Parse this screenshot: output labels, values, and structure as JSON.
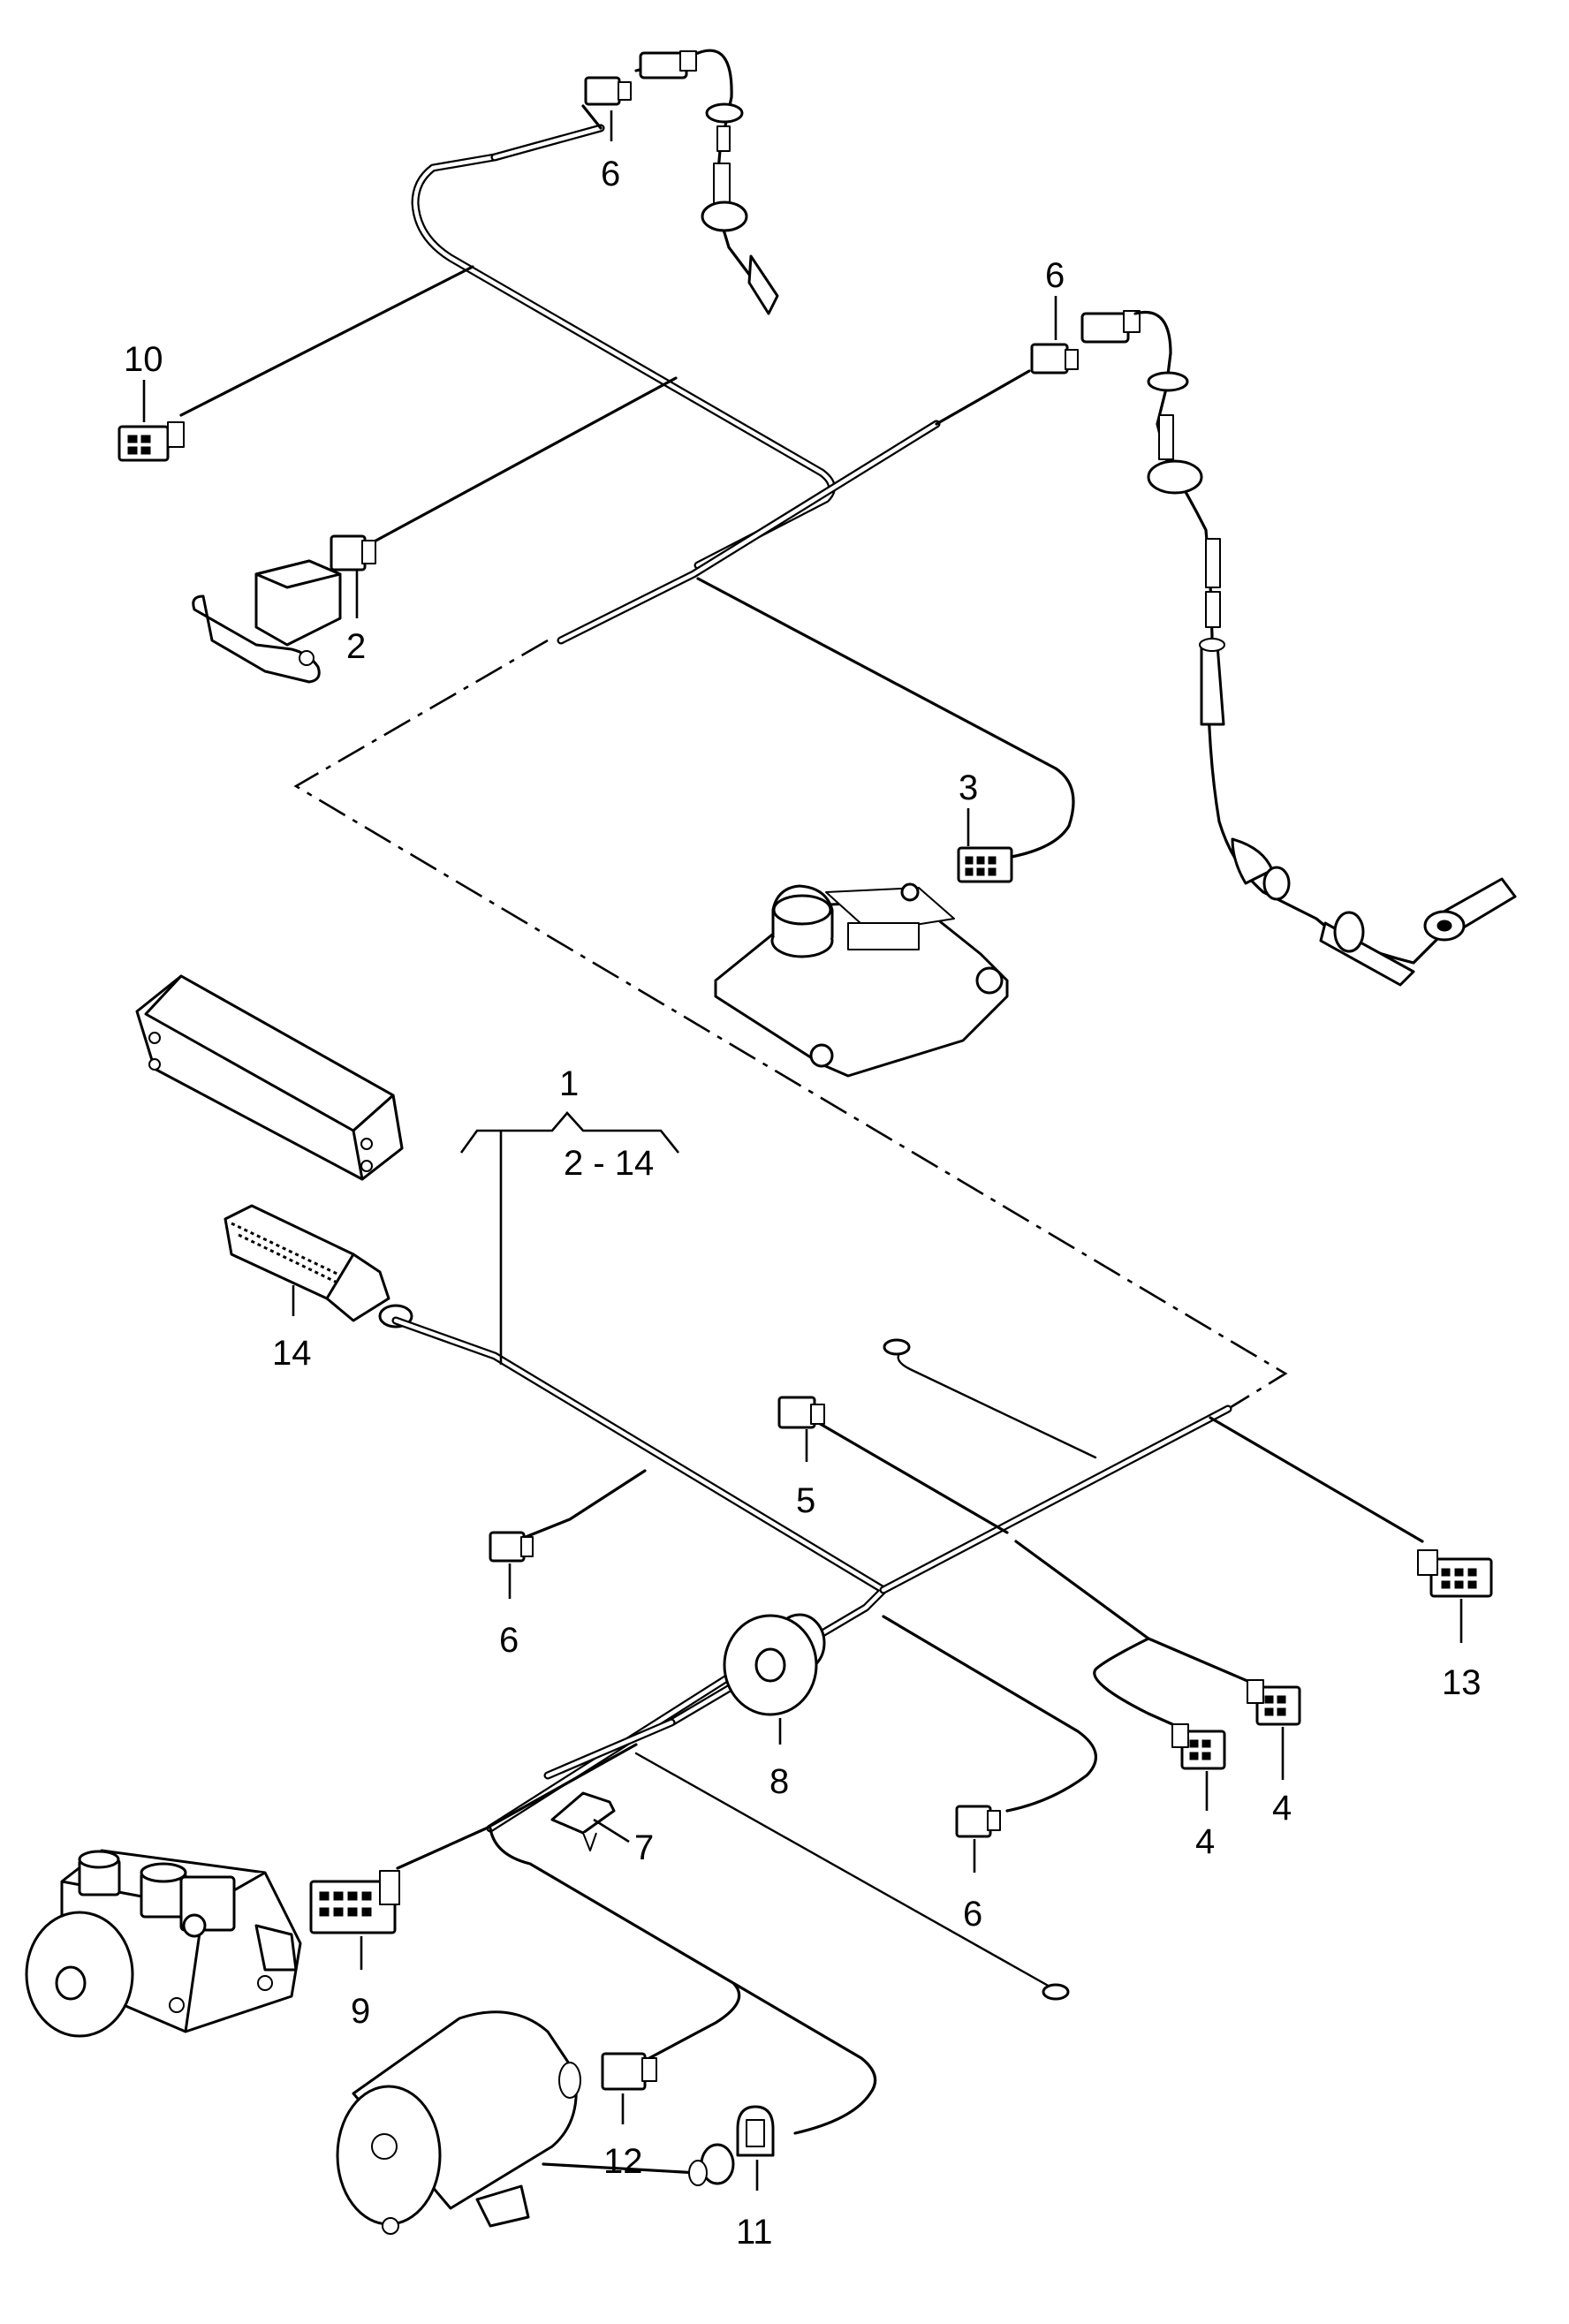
{
  "callouts": {
    "c1": "1",
    "c1_range": "2 - 14",
    "c2": "2",
    "c3": "3",
    "c4a": "4",
    "c4b": "4",
    "c5": "5",
    "c6a": "6",
    "c6b": "6",
    "c6c": "6",
    "c6d": "6",
    "c7": "7",
    "c8": "8",
    "c9": "9",
    "c10": "10",
    "c11": "11",
    "c12": "12",
    "c13": "13",
    "c14": "14"
  },
  "colors": {
    "line": "#000000",
    "background": "#ffffff"
  }
}
